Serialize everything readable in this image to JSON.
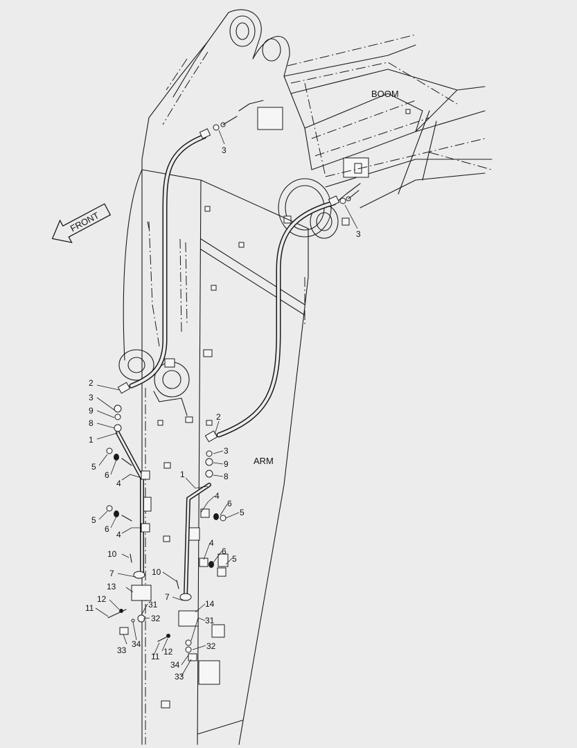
{
  "diagram": {
    "labels": {
      "boom": "BOOM",
      "arm": "ARM",
      "front": "FRONT"
    },
    "callouts": {
      "c1a": "1",
      "c1b": "1",
      "c2a": "2",
      "c2b": "2",
      "c3a": "3",
      "c3b": "3",
      "c3c": "3",
      "c3d": "3",
      "c4a": "4",
      "c4b": "4",
      "c4c": "4",
      "c4d": "4",
      "c5a": "5",
      "c5b": "5",
      "c5c": "5",
      "c5d": "5",
      "c6a": "6",
      "c6b": "6",
      "c6c": "6",
      "c6d": "6",
      "c7a": "7",
      "c7b": "7",
      "c8a": "8",
      "c8b": "8",
      "c9a": "9",
      "c9b": "9",
      "c10a": "10",
      "c10b": "10",
      "c11a": "11",
      "c11b": "11",
      "c12a": "12",
      "c12b": "12",
      "c13": "13",
      "c14": "14",
      "c31a": "31",
      "c31b": "31",
      "c32a": "32",
      "c32b": "32",
      "c33a": "33",
      "c33b": "33",
      "c34a": "34",
      "c34b": "34"
    }
  }
}
